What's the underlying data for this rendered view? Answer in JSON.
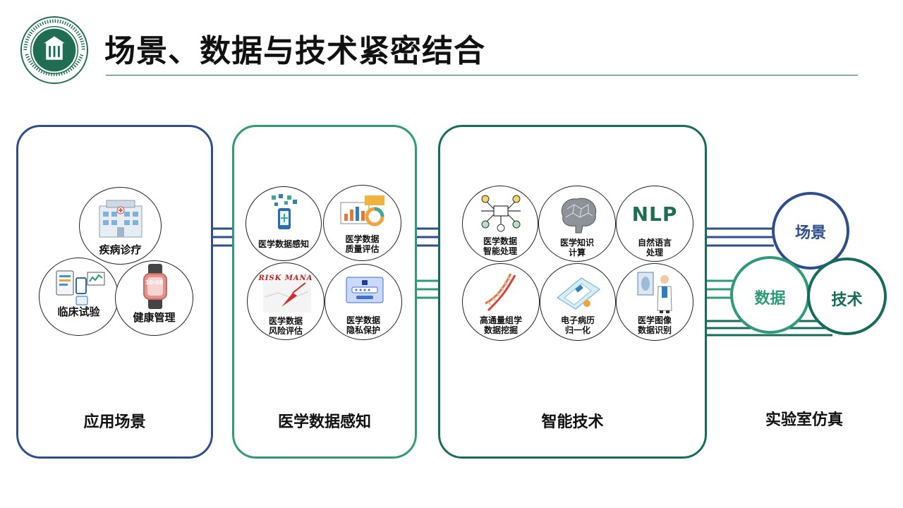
{
  "header": {
    "title": "场景、数据与技术紧密结合"
  },
  "panels": {
    "scene": {
      "label": "应用场景"
    },
    "sensing": {
      "label": "医学数据感知"
    },
    "tech": {
      "label": "智能技术"
    },
    "lab": {
      "label": "实验室仿真"
    }
  },
  "scene_nodes": {
    "diagnosis": "疾病诊疗",
    "clinical_trial": "临床试验",
    "health": "健康管理"
  },
  "sensing_nodes": {
    "perception": "医学数据感知",
    "quality_1": "医学数据",
    "quality_2": "质量评估",
    "risk_1": "医学数据",
    "risk_2": "风险评估",
    "privacy_1": "医学数据",
    "privacy_2": "隐私保护"
  },
  "tech_nodes": {
    "smart_1": "医学数据",
    "smart_2": "智能处理",
    "knowledge_1": "医学知识",
    "knowledge_2": "计算",
    "nlp_logo": "NLP",
    "nlp_1": "自然语言",
    "nlp_2": "处理",
    "omics_1": "高通量组学",
    "omics_2": "数据挖掘",
    "emr_1": "电子病历",
    "emr_2": "归一化",
    "image_1": "医学图像",
    "image_2": "数据识别"
  },
  "rings": {
    "scene": "场景",
    "data": "数据",
    "tech": "技术"
  },
  "watch_display": "10:08",
  "risk_text": "RISK MANA",
  "colors": {
    "blue": "#2f4e8c",
    "green": "#2f9a78",
    "teal": "#166c5a"
  }
}
